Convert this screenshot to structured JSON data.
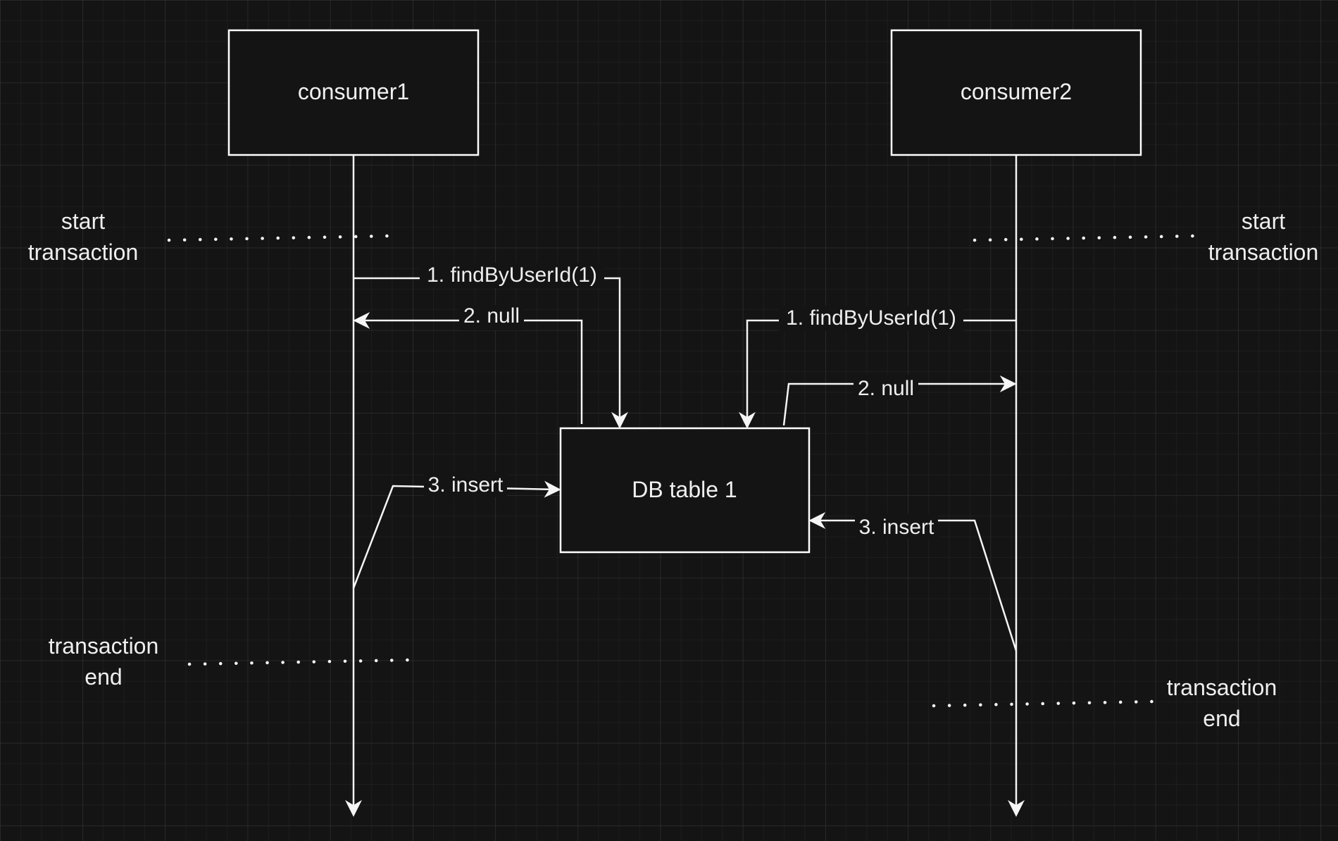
{
  "nodes": {
    "consumer1": "consumer1",
    "consumer2": "consumer2",
    "db": "DB table 1"
  },
  "edges": {
    "c1_find": "1. findByUserId(1)",
    "c1_null": "2. null",
    "c1_insert": "3. insert",
    "c2_find": "1. findByUserId(1)",
    "c2_null": "2. null",
    "c2_insert": "3. insert"
  },
  "notes": {
    "left_start_line1": "start",
    "left_start_line2": "transaction",
    "right_start_line1": "start",
    "right_start_line2": "transaction",
    "left_end_line1": "transaction",
    "left_end_line2": "end",
    "right_end_line1": "transaction",
    "right_end_line2": "end"
  },
  "colors": {
    "background": "#141414",
    "grid": "#2e2e2e",
    "stroke": "#ffffff",
    "text": "#eeeeee"
  }
}
